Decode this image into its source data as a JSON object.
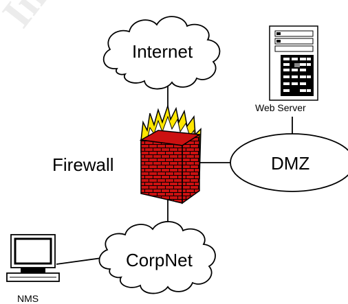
{
  "watermark": "Institute",
  "nodes": {
    "internet": "Internet",
    "firewall": "Firewall",
    "dmz": "DMZ",
    "corpnet": "CorpNet",
    "web_server": "Web Server",
    "nms": "NMS"
  },
  "colors": {
    "wall_brick": "#cc1111",
    "wall_mortar": "#000000",
    "flame_outer": "#ffe600",
    "flame_inner": "#ffffff",
    "stroke": "#000000"
  }
}
